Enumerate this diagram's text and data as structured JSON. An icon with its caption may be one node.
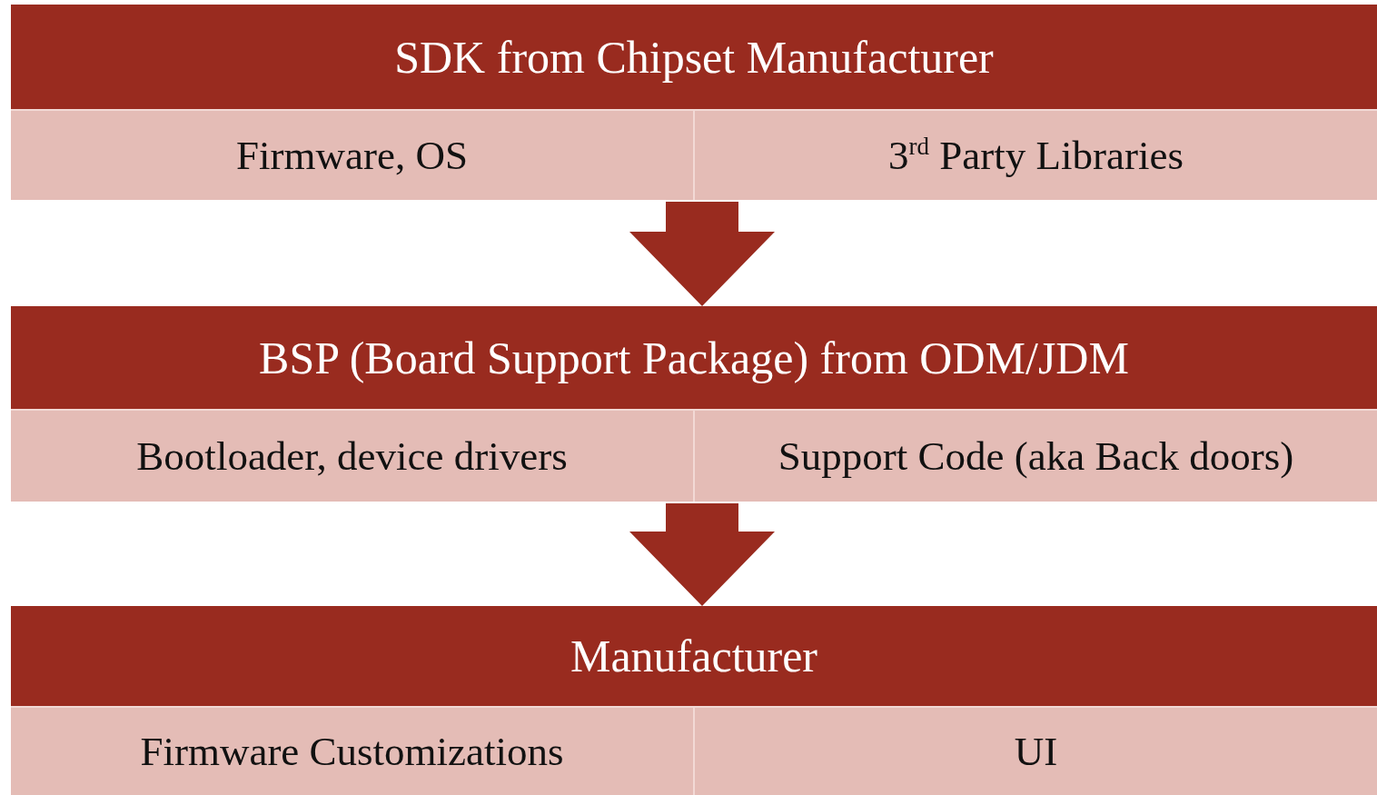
{
  "diagram": {
    "nodes": [
      {
        "text": [
          "SDK from Chipset Manufacturer"
        ]
      },
      {
        "text": [
          "Firmware, OS"
        ],
        "in": 0
      },
      {
        "text": [
          "3$^{rd}$ Party Libraries"
        ],
        "in": 0
      },
      {
        "text": [
          "BSP (Board Support Package) from ODM/JDM"
        ]
      },
      {
        "text": [
          "Bootloader, device drivers"
        ],
        "in": 3
      },
      {
        "text": [
          "Support Code (aka Back doors)"
        ],
        "in": 3
      },
      {
        "text": [
          "Manufacturer"
        ]
      },
      {
        "text": [
          "Firmware Customizations"
        ],
        "in": 6
      },
      {
        "text": [
          "UI"
        ],
        "in": 6
      }
    ],
    "edges": [
      {
        "from": 0,
        "to": 3,
        "arrow": "to"
      },
      {
        "from": 3,
        "to": 6,
        "arrow": "to"
      }
    ]
  }
}
